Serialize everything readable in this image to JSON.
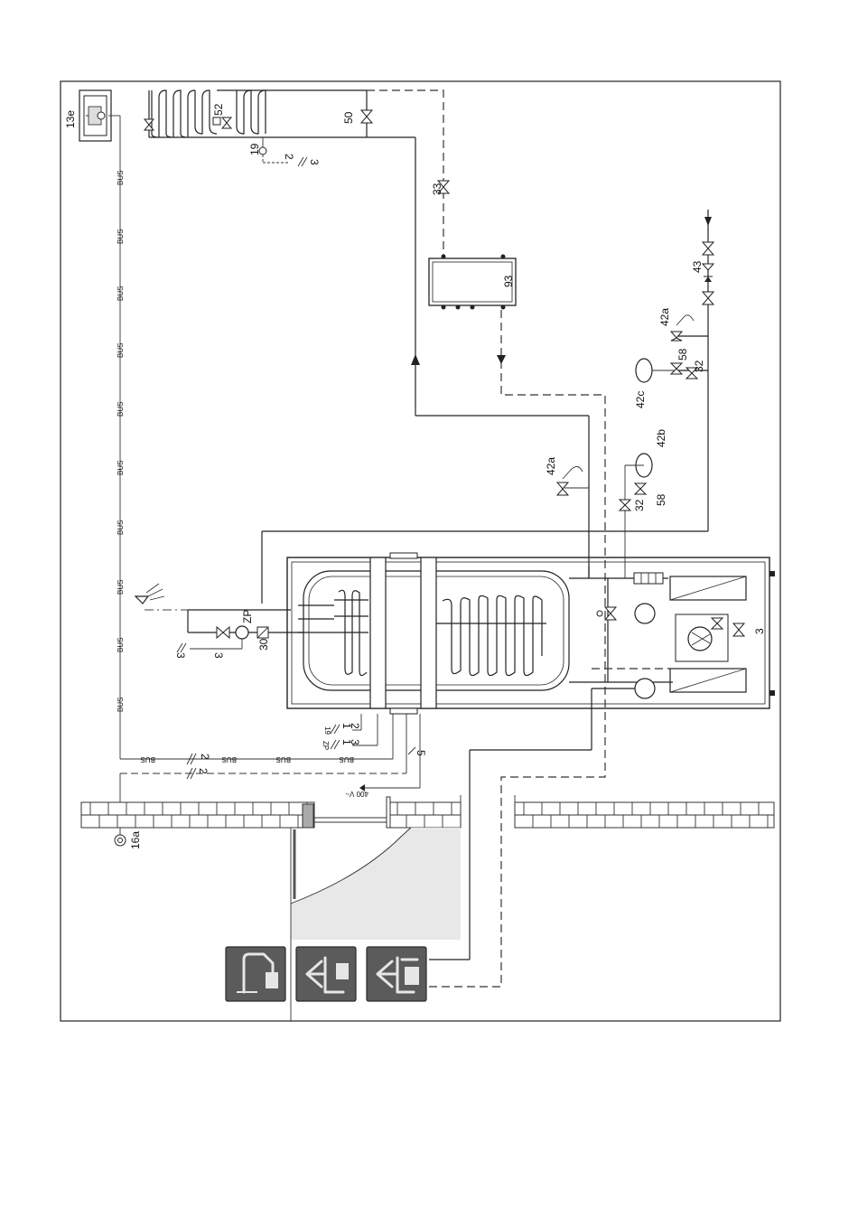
{
  "diagram": {
    "labels": {
      "controller": "13e",
      "outdoor_sensor": "16a",
      "flow_sensor": "19",
      "zone_valve": "52",
      "bypass_valve": "50",
      "separator_valve": "33",
      "buffer_tank": "93",
      "safety_valve_dhw": "42a",
      "safety_valve_cold": "42a",
      "expansion_vessel_dhw": "42b",
      "expansion_vessel_heating": "42c",
      "cap_valve_dhw": "32",
      "cap_valve_heating": "32",
      "drain_valve_dhw": "58",
      "drain_valve_heating": "58",
      "cold_water_group": "43",
      "circulation_pump": "ZP",
      "check_valve_circ": "30",
      "unit_label": "3",
      "cable_3a": "3",
      "cable_3b": "3",
      "cable_2": "2",
      "cable_5": "5",
      "wire_19": "19",
      "wire_zp": "ZP",
      "wire_1": "1",
      "wire_2": "2",
      "wire_3a": "3",
      "wire_3b": "3",
      "power": "400 V~",
      "bus": "BUS"
    },
    "icons": [
      "floor-heating-mode-icon",
      "dhw-mode-icon",
      "heating-mode-icon"
    ]
  }
}
